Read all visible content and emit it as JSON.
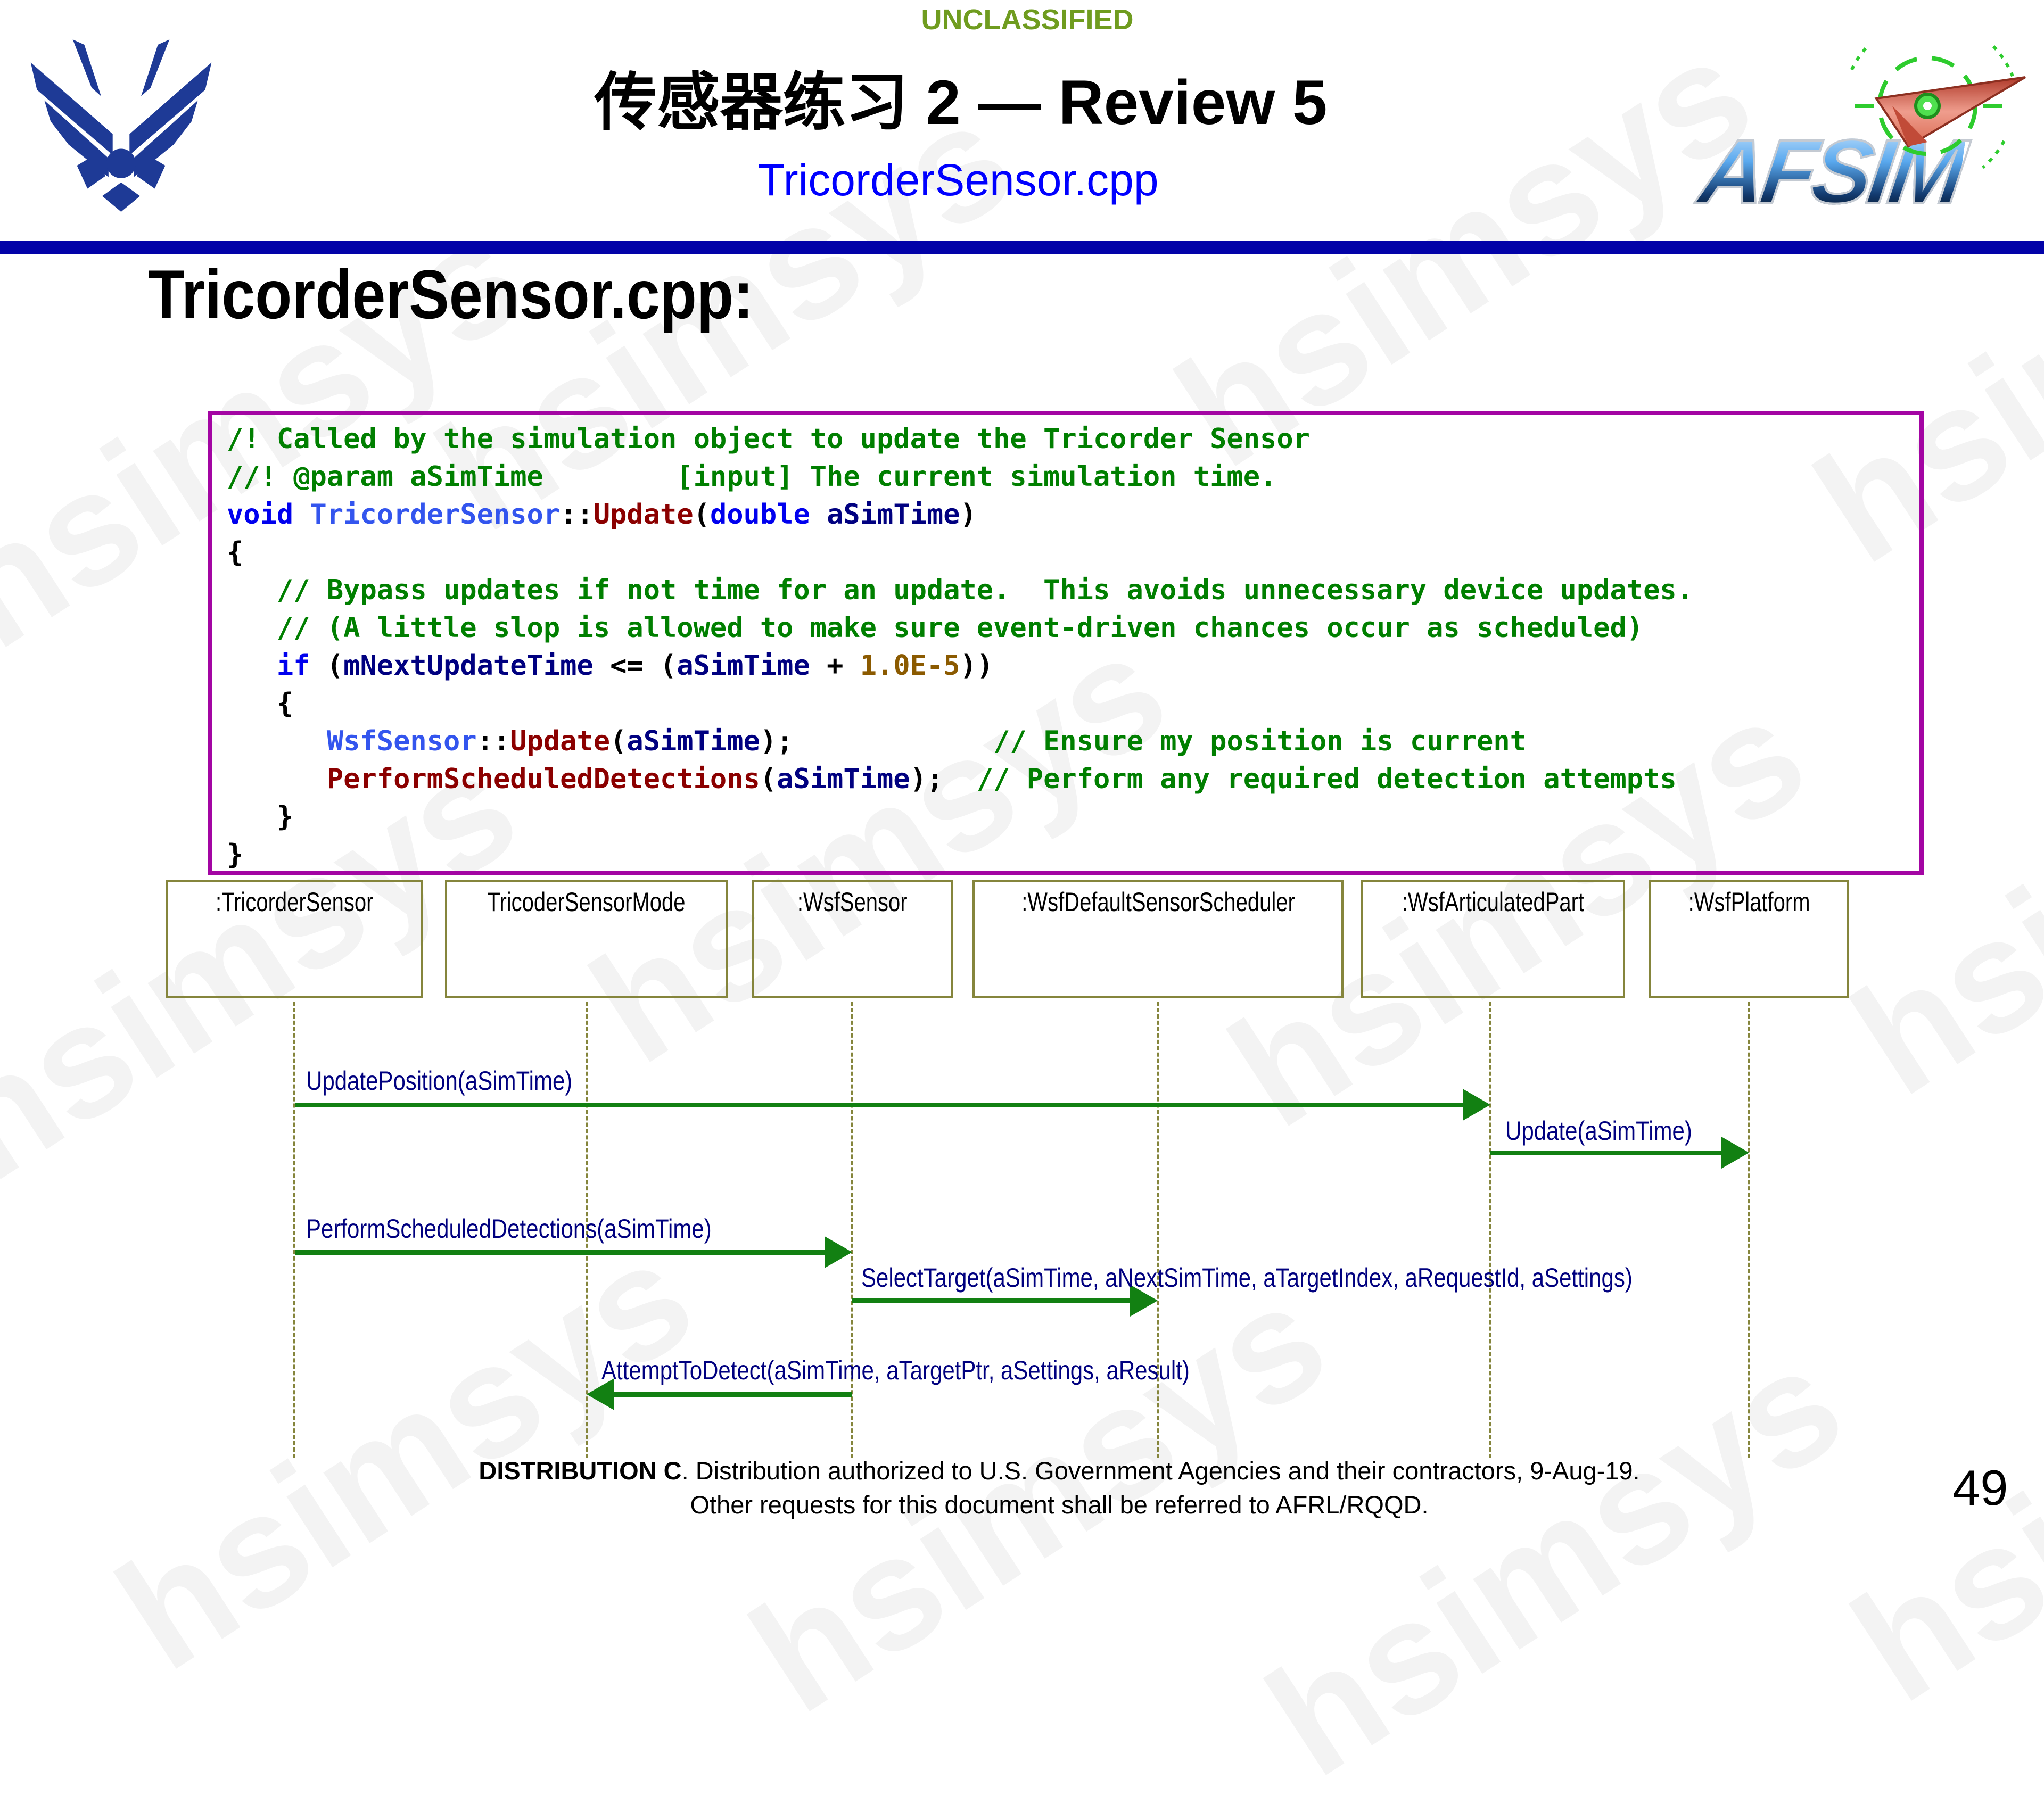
{
  "slide": {
    "classification": "UNCLASSIFIED",
    "title": "传感器练习 2 — Review 5",
    "subtitle": "TricorderSensor.cpp",
    "heading": "TricorderSensor.cpp:",
    "page_number": "49",
    "watermark_text": "hsimsys"
  },
  "logos": {
    "left": "US Air Force wings emblem",
    "right_text": "AFSIM"
  },
  "code_block": {
    "language": "cpp",
    "lines": [
      [
        {
          "t": "/! Called by the simulation object to update the Tricorder Sensor",
          "c": "cm"
        }
      ],
      [
        {
          "t": "//! @param aSimTime        [input] The current simulation time.",
          "c": "cm"
        }
      ],
      [
        {
          "t": "void ",
          "c": "kw"
        },
        {
          "t": "TricorderSensor",
          "c": "cl"
        },
        {
          "t": "::",
          "c": "pl"
        },
        {
          "t": "Update",
          "c": "fn"
        },
        {
          "t": "(",
          "c": "pl"
        },
        {
          "t": "double",
          "c": "kw"
        },
        {
          "t": " aSimTime",
          "c": "id"
        },
        {
          "t": ")",
          "c": "pl"
        }
      ],
      [
        {
          "t": "{",
          "c": "pl"
        }
      ],
      [
        {
          "t": "   ",
          "c": "pl"
        },
        {
          "t": "// Bypass updates if not time for an update.  This avoids unnecessary device updates.",
          "c": "cm"
        }
      ],
      [
        {
          "t": "   ",
          "c": "pl"
        },
        {
          "t": "// (A little slop is allowed to make sure event-driven chances occur as scheduled)",
          "c": "cm"
        }
      ],
      [
        {
          "t": "   ",
          "c": "pl"
        },
        {
          "t": "if",
          "c": "kw"
        },
        {
          "t": " (",
          "c": "pl"
        },
        {
          "t": "mNextUpdateTime",
          "c": "id"
        },
        {
          "t": " <= (",
          "c": "pl"
        },
        {
          "t": "aSimTime",
          "c": "id"
        },
        {
          "t": " + ",
          "c": "pl"
        },
        {
          "t": "1.0E-5",
          "c": "num"
        },
        {
          "t": "))",
          "c": "pl"
        }
      ],
      [
        {
          "t": "   {",
          "c": "pl"
        }
      ],
      [
        {
          "t": "      ",
          "c": "pl"
        },
        {
          "t": "WsfSensor",
          "c": "cl"
        },
        {
          "t": "::",
          "c": "pl"
        },
        {
          "t": "Update",
          "c": "fn"
        },
        {
          "t": "(",
          "c": "pl"
        },
        {
          "t": "aSimTime",
          "c": "id"
        },
        {
          "t": ");",
          "c": "pl"
        },
        {
          "t": "            ",
          "c": "pl"
        },
        {
          "t": "// Ensure my position is current",
          "c": "cm"
        }
      ],
      [
        {
          "t": "      ",
          "c": "pl"
        },
        {
          "t": "PerformScheduledDetections",
          "c": "fn"
        },
        {
          "t": "(",
          "c": "pl"
        },
        {
          "t": "aSimTime",
          "c": "id"
        },
        {
          "t": ");",
          "c": "pl"
        },
        {
          "t": "  ",
          "c": "pl"
        },
        {
          "t": "// Perform any required detection attempts",
          "c": "cm"
        }
      ],
      [
        {
          "t": "   }",
          "c": "pl"
        }
      ],
      [
        {
          "t": "}",
          "c": "pl"
        }
      ]
    ]
  },
  "sequence_diagram": {
    "objects": [
      ":TricorderSensor",
      "TricoderSensorMode",
      ":WsfSensor",
      ":WsfDefaultSensorScheduler",
      ":WsfArticulatedPart",
      ":WsfPlatform"
    ],
    "messages": [
      {
        "label": "UpdatePosition(aSimTime)",
        "from": ":TricorderSensor",
        "to": ":WsfArticulatedPart",
        "direction": "right"
      },
      {
        "label": "Update(aSimTime)",
        "from": ":WsfArticulatedPart",
        "to": ":WsfPlatform",
        "direction": "right"
      },
      {
        "label": "PerformScheduledDetections(aSimTime)",
        "from": ":TricorderSensor",
        "to": ":WsfSensor",
        "direction": "right"
      },
      {
        "label": "SelectTarget(aSimTime, aNextSimTime, aTargetIndex, aRequestId, aSettings)",
        "from": ":WsfSensor",
        "to": ":WsfDefaultSensorScheduler",
        "direction": "right"
      },
      {
        "label": "AttemptToDetect(aSimTime, aTargetPtr, aSettings, aResult)",
        "from": ":WsfSensor",
        "to": "TricoderSensorMode",
        "direction": "left"
      }
    ]
  },
  "footer": {
    "distribution_bold": "DISTRIBUTION C",
    "distribution_rest": ". Distribution authorized to U.S. Government Agencies and their contractors, 9-Aug-19.",
    "line2": "Other requests for this document shall be referred to AFRL/RQQD."
  },
  "colors": {
    "classification": "#6F9C1F",
    "separator": "#0202A8",
    "subtitle": "#0000FF",
    "code_border": "#A305A3",
    "comment": "#007F00",
    "keyword": "#0000EE",
    "class_name": "#3355EE",
    "identifier": "#000080",
    "function": "#8B0000",
    "number": "#8B5A00",
    "diagram_line": "#85853C",
    "arrow": "#128012",
    "message_label": "#00007F",
    "af_logo_blue": "#1E3A96"
  }
}
